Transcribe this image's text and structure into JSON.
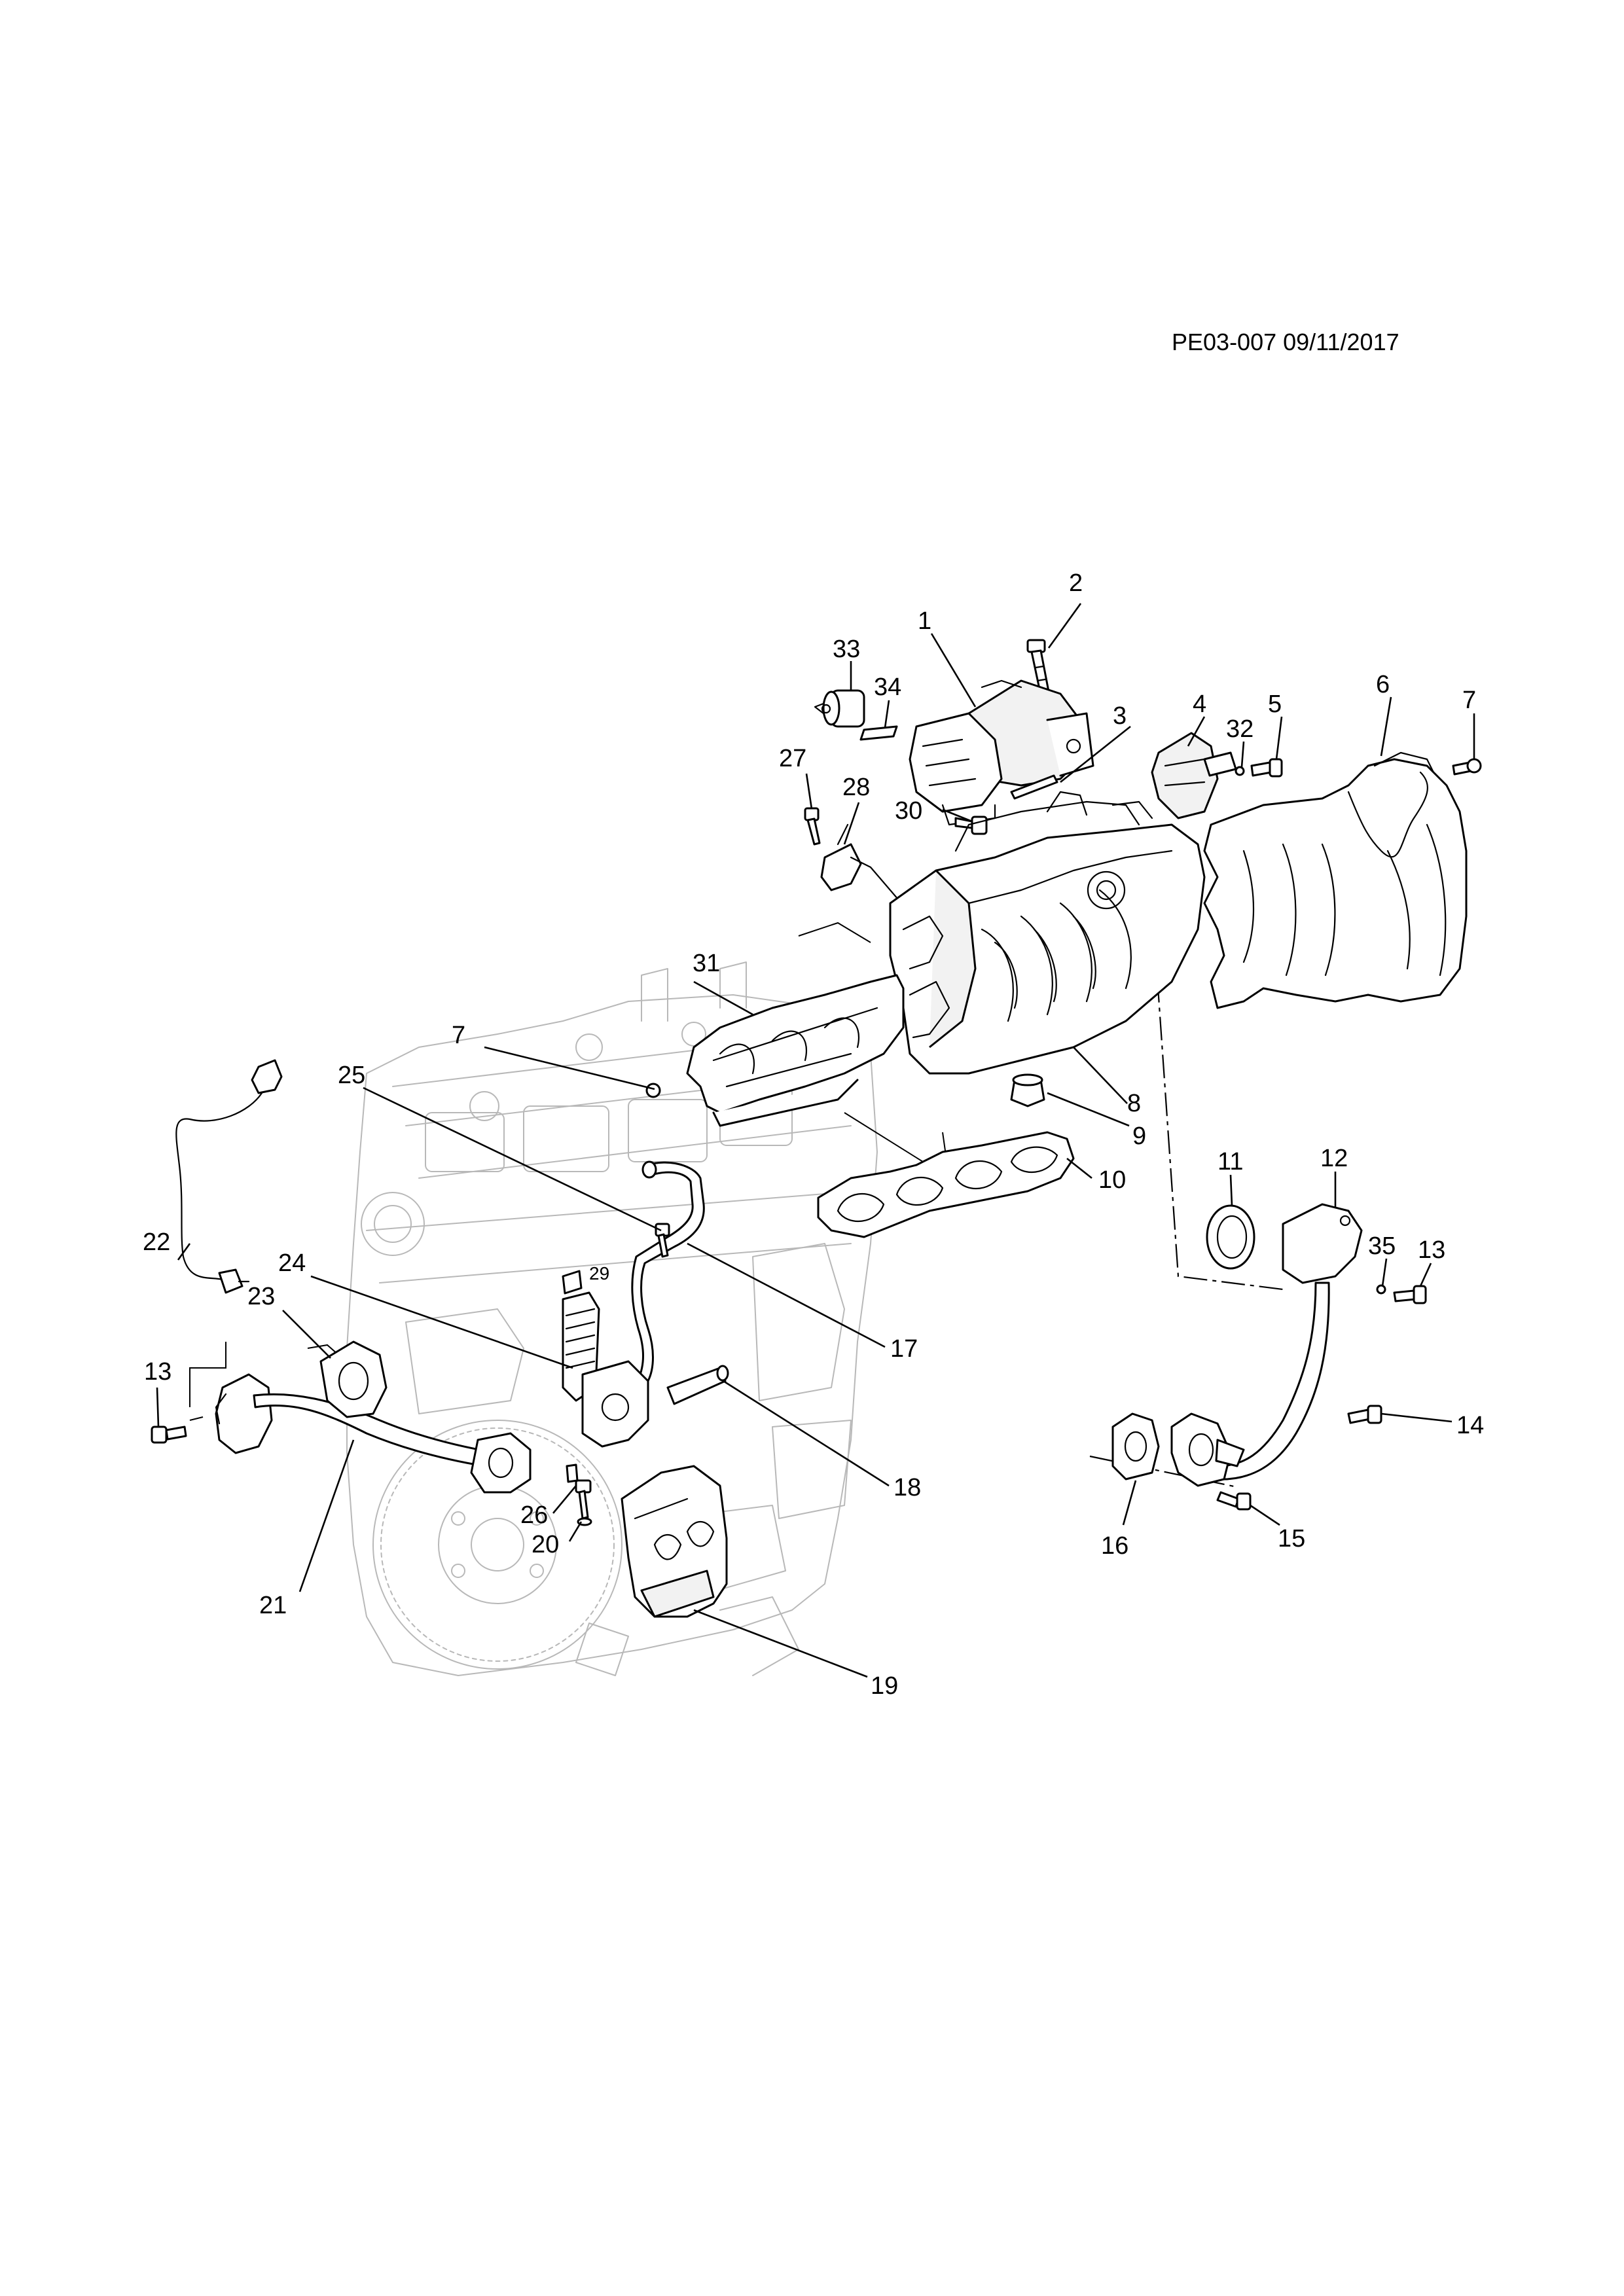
{
  "document": {
    "reference": "PE03-007 09/11/2017"
  },
  "callouts": [
    {
      "id": "c1",
      "label": "1"
    },
    {
      "id": "c2",
      "label": "2"
    },
    {
      "id": "c3",
      "label": "3"
    },
    {
      "id": "c4",
      "label": "4"
    },
    {
      "id": "c5",
      "label": "5"
    },
    {
      "id": "c6",
      "label": "6"
    },
    {
      "id": "c7a",
      "label": "7"
    },
    {
      "id": "c7b",
      "label": "7"
    },
    {
      "id": "c8",
      "label": "8"
    },
    {
      "id": "c9",
      "label": "9"
    },
    {
      "id": "c10",
      "label": "10"
    },
    {
      "id": "c11",
      "label": "11"
    },
    {
      "id": "c12",
      "label": "12"
    },
    {
      "id": "c13a",
      "label": "13"
    },
    {
      "id": "c13b",
      "label": "13"
    },
    {
      "id": "c14",
      "label": "14"
    },
    {
      "id": "c15",
      "label": "15"
    },
    {
      "id": "c16",
      "label": "16"
    },
    {
      "id": "c17",
      "label": "17"
    },
    {
      "id": "c18",
      "label": "18"
    },
    {
      "id": "c19",
      "label": "19"
    },
    {
      "id": "c20",
      "label": "20"
    },
    {
      "id": "c21",
      "label": "21"
    },
    {
      "id": "c22",
      "label": "22"
    },
    {
      "id": "c23",
      "label": "23"
    },
    {
      "id": "c24",
      "label": "24"
    },
    {
      "id": "c25",
      "label": "25"
    },
    {
      "id": "c26",
      "label": "26"
    },
    {
      "id": "c27",
      "label": "27"
    },
    {
      "id": "c28",
      "label": "28"
    },
    {
      "id": "c29",
      "label": "29"
    },
    {
      "id": "c30",
      "label": "30"
    },
    {
      "id": "c31",
      "label": "31"
    },
    {
      "id": "c32",
      "label": "32"
    },
    {
      "id": "c33",
      "label": "33"
    },
    {
      "id": "c34",
      "label": "34"
    },
    {
      "id": "c35",
      "label": "35"
    }
  ]
}
